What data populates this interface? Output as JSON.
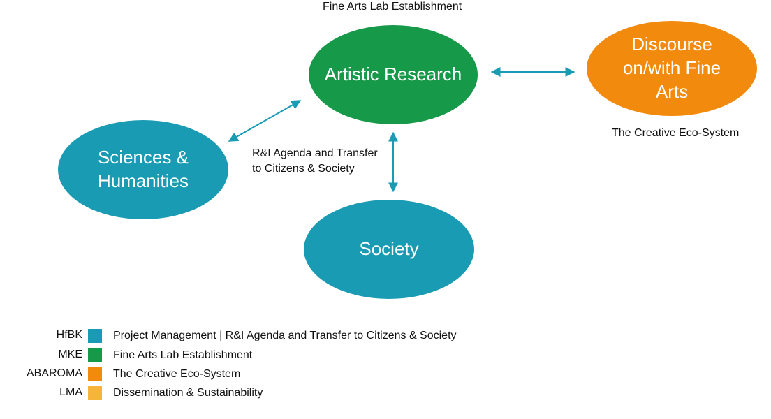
{
  "colors": {
    "teal": "#1a9bb4",
    "green": "#17994a",
    "orange": "#f28a0e",
    "yellow": "#f6b53a",
    "arrow": "#1a9bb4"
  },
  "nodes": {
    "artistic_research": "Artistic Research",
    "discourse": "Discourse\non/with Fine\nArts",
    "sciences": "Sciences &\nHumanities",
    "society": "Society"
  },
  "captions": {
    "top": "Fine Arts Lab Establishment",
    "eco_system": "The Creative Eco-System",
    "agenda": "R&I Agenda and Transfer\nto Citizens & Society"
  },
  "legend": [
    {
      "code": "HfBK",
      "color": "#1a9bb4",
      "label": "Project Management | R&I Agenda and Transfer to Citizens & Society"
    },
    {
      "code": "MKE",
      "color": "#17994a",
      "label": "Fine Arts Lab Establishment"
    },
    {
      "code": "ABAROMA",
      "color": "#f28a0e",
      "label": "The Creative Eco-System"
    },
    {
      "code": "LMA",
      "color": "#f6b53a",
      "label": "Dissemination & Sustainability"
    }
  ]
}
